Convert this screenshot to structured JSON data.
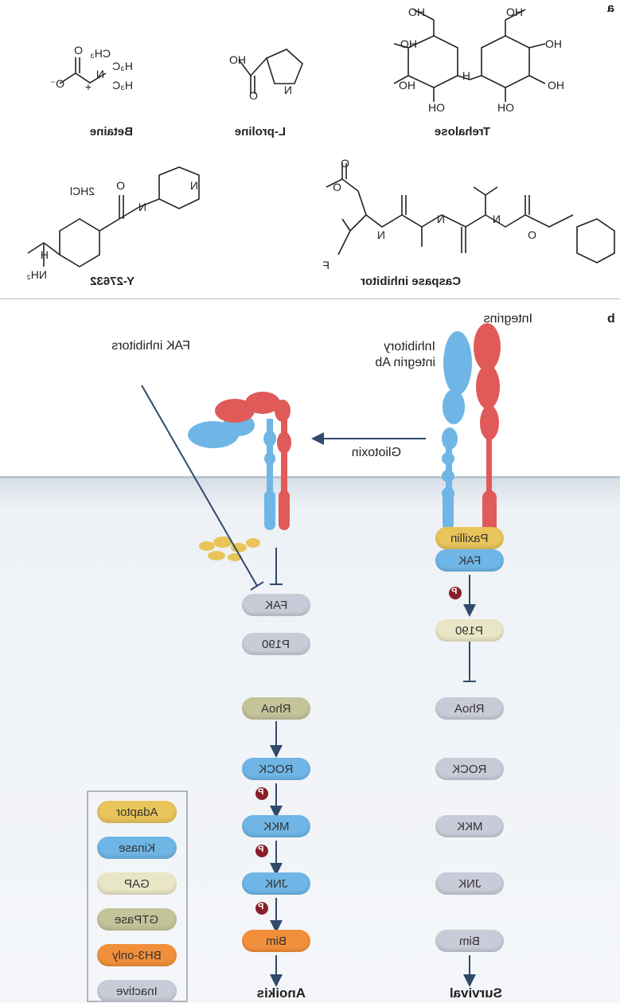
{
  "panel_a": {
    "label": "a",
    "names": {
      "betaine": "Betaine",
      "proline": "L-proline",
      "trehalose": "Trehalose",
      "y27632": "Y-27632",
      "caspase": "Caspase inhibitor"
    },
    "atoms": {
      "oxygen_minus": "O⁻",
      "o": "O",
      "n": "N",
      "nh": "N\nH",
      "ho": "HO",
      "oh": "OH",
      "h": "H",
      "h3c": "H₃C",
      "ch3": "CH₃",
      "plus": "+",
      "hcl": "2HCl",
      "nh2": "NH₂",
      "f": "F"
    }
  },
  "panel_b": {
    "label": "b",
    "integrins_label": "Integrins",
    "inhibitory_ab_label": "Inhibitory integrin Ab",
    "gliotoxin_label": "Gliotoxin",
    "fak_inhibitors_label": "FAK inhibitors",
    "phospho": "P",
    "left_column": [
      "FAK",
      "P190",
      "RhoA",
      "ROCK",
      "MKK",
      "JNK",
      "Bim"
    ],
    "right_column_top": [
      "Paxillin",
      "FAK",
      "P190"
    ],
    "right_column_bottom": [
      "RhoA",
      "ROCK",
      "MKK",
      "JNK",
      "Bim"
    ],
    "outcome_left": "Anoikis",
    "outcome_right": "Survival",
    "legend": [
      {
        "label": "Adaptor",
        "color": "#e8c45a"
      },
      {
        "label": "Kinase",
        "color": "#6fb6e6"
      },
      {
        "label": "GAP",
        "color": "#e9e6c6"
      },
      {
        "label": "GTPase",
        "color": "#c4c39a"
      },
      {
        "label": "BH3-only",
        "color": "#f28f3b"
      },
      {
        "label": "Inactive",
        "color": "#c9cbd8"
      }
    ],
    "colors": {
      "membrane_bg": "#e6ecf2",
      "integrin_blue": "#6fb6e6",
      "integrin_red": "#e05a5a",
      "arrow": "#2f4a6b"
    }
  }
}
